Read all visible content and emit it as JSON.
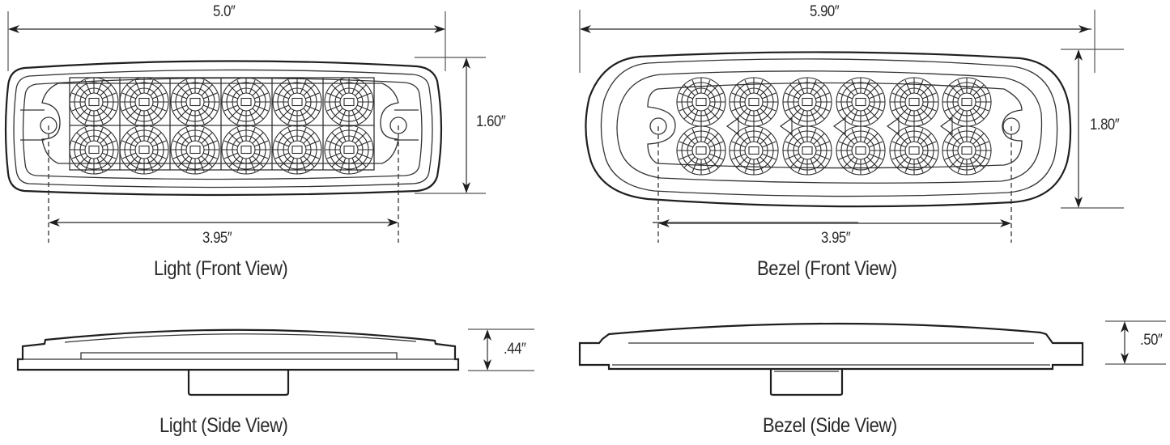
{
  "diagram": {
    "subject": "LED marker light with bezel - dimensional drawing",
    "line_color": "#1f1f1f",
    "background": "#ffffff",
    "views": [
      {
        "id": "light-front",
        "caption": "Light (Front View)",
        "dimensions": {
          "overall_width": "5.0″",
          "height": "1.60″",
          "mount_spacing": "3.95″"
        },
        "led_rows": 2,
        "led_columns": 6
      },
      {
        "id": "bezel-front",
        "caption": "Bezel (Front View)",
        "dimensions": {
          "overall_width": "5.90″",
          "height": "1.80″",
          "mount_spacing": "3.95″"
        },
        "led_rows": 2,
        "led_columns": 6
      },
      {
        "id": "light-side",
        "caption": "Light (Side View)",
        "dimensions": {
          "depth": ".44″"
        }
      },
      {
        "id": "bezel-side",
        "caption": "Bezel (Side View)",
        "dimensions": {
          "depth": ".50″"
        }
      }
    ]
  }
}
